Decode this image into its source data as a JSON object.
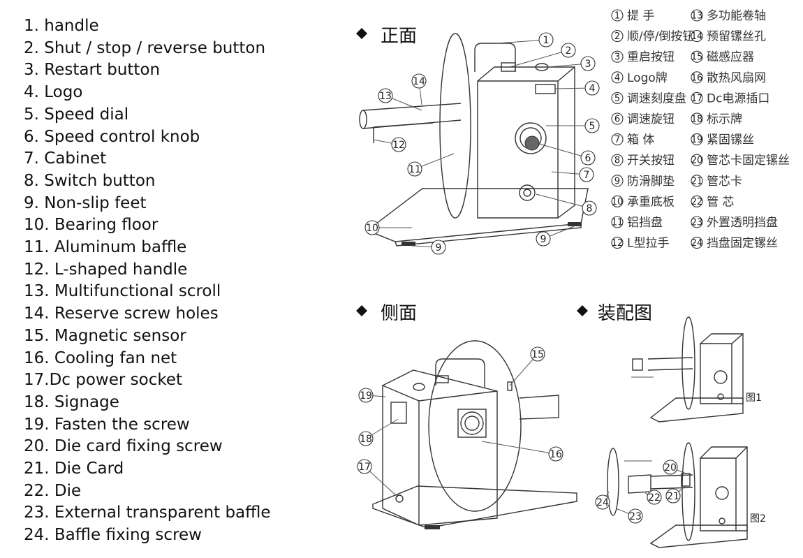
{
  "english_list": [
    "1. handle",
    "2. Shut / stop / reverse button",
    "3. Restart button",
    "4. Logo",
    "5. Speed dial",
    "6. Speed control knob",
    "7. Cabinet",
    "8. Switch button",
    "9. Non-slip feet",
    "10. Bearing floor",
    "11. Aluminum baffle",
    "12. L-shaped handle",
    "13. Multifunctional scroll",
    "14. Reserve screw holes",
    "15. Magnetic sensor",
    "16. Cooling fan net",
    "17.Dc power socket",
    "18. Signage",
    "19. Fasten the screw",
    "20. Die card fixing screw",
    "21. Die Card",
    "22. Die",
    "23. External transparent baffle",
    "24. Baffle fixing screw"
  ],
  "sections": {
    "front": "正面",
    "side": "侧面",
    "assembly": "装配图"
  },
  "chinese_legend": [
    {
      "n": "1",
      "t": "提 手"
    },
    {
      "n": "2",
      "t": "顺/停/倒按钮"
    },
    {
      "n": "3",
      "t": "重启按钮"
    },
    {
      "n": "4",
      "t": "Logo牌"
    },
    {
      "n": "5",
      "t": "调速刻度盘"
    },
    {
      "n": "6",
      "t": "调速旋钮"
    },
    {
      "n": "7",
      "t": "箱 体"
    },
    {
      "n": "8",
      "t": "开关按钮"
    },
    {
      "n": "9",
      "t": "防滑脚垫"
    },
    {
      "n": "10",
      "t": "承重底板"
    },
    {
      "n": "11",
      "t": "铝挡盘"
    },
    {
      "n": "12",
      "t": "L型拉手"
    },
    {
      "n": "13",
      "t": "多功能卷轴"
    },
    {
      "n": "14",
      "t": "预留镙丝孔"
    },
    {
      "n": "15",
      "t": "磁感应器"
    },
    {
      "n": "16",
      "t": "散热风扇网"
    },
    {
      "n": "17",
      "t": "Dc电源插口"
    },
    {
      "n": "18",
      "t": "标示牌"
    },
    {
      "n": "19",
      "t": "紧固镙丝"
    },
    {
      "n": "20",
      "t": "管芯卡固定镙丝"
    },
    {
      "n": "21",
      "t": "管芯卡"
    },
    {
      "n": "22",
      "t": "管 芯"
    },
    {
      "n": "23",
      "t": "外置透明挡盘"
    },
    {
      "n": "24",
      "t": "挡盘固定镙丝"
    }
  ],
  "figure_labels": {
    "fig1": "图1",
    "fig2": "图2"
  },
  "callouts": {
    "front": [
      "1",
      "2",
      "3",
      "4",
      "5",
      "6",
      "7",
      "8",
      "9",
      "9",
      "10",
      "11",
      "12",
      "13",
      "14"
    ],
    "side": [
      "15",
      "16",
      "17",
      "18",
      "19"
    ],
    "fig2": [
      "20",
      "21",
      "22",
      "23",
      "24"
    ]
  }
}
